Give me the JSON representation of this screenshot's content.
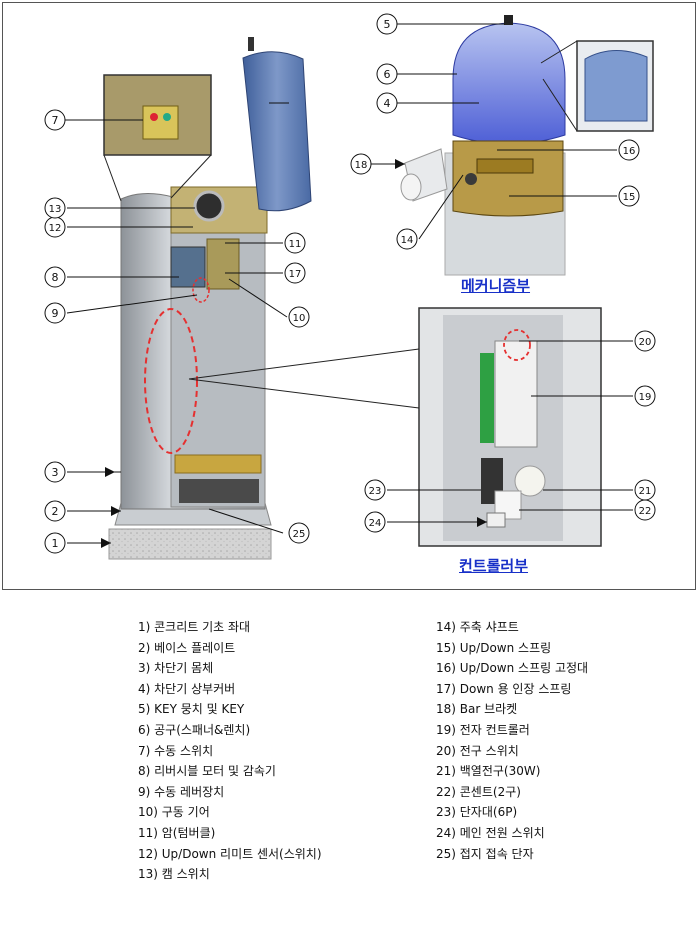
{
  "section_titles": {
    "mechanics": "메커니즘부",
    "controller": "컨트롤러부"
  },
  "callouts": [
    "1",
    "2",
    "3",
    "4",
    "5",
    "6",
    "7",
    "8",
    "9",
    "10",
    "11",
    "12",
    "13",
    "14",
    "15",
    "16",
    "17",
    "18",
    "19",
    "20",
    "21",
    "22",
    "23",
    "24",
    "25"
  ],
  "legend_left": [
    "1) 콘크리트 기초 좌대",
    "2) 베이스 플레이트",
    "3) 차단기 몸체",
    "4) 차단기 상부커버",
    "5) KEY 뭉치 및 KEY",
    "6) 공구(스패너&렌치)",
    "7) 수동 스위치",
    "8) 리버시블 모터 및 감속기",
    "9) 수동 레버장치",
    "10) 구동 기어",
    "11) 암(텀버클)",
    "12) Up/Down 리미트 센서(스위치)",
    "13) 캠 스위치"
  ],
  "legend_right": [
    "14) 주축 샤프트",
    "15) Up/Down 스프링",
    "16) Up/Down 스프링 고정대",
    "17) Down 용 인장 스프링",
    "18) Bar 브라켓",
    "19) 전자 컨트롤러",
    "20) 전구 스위치",
    "21) 백열전구(30W)",
    "22) 콘센트(2구)",
    "23) 단자대(6P)",
    "24) 메인 전원 스위치",
    "25) 접지 접속 단자"
  ]
}
